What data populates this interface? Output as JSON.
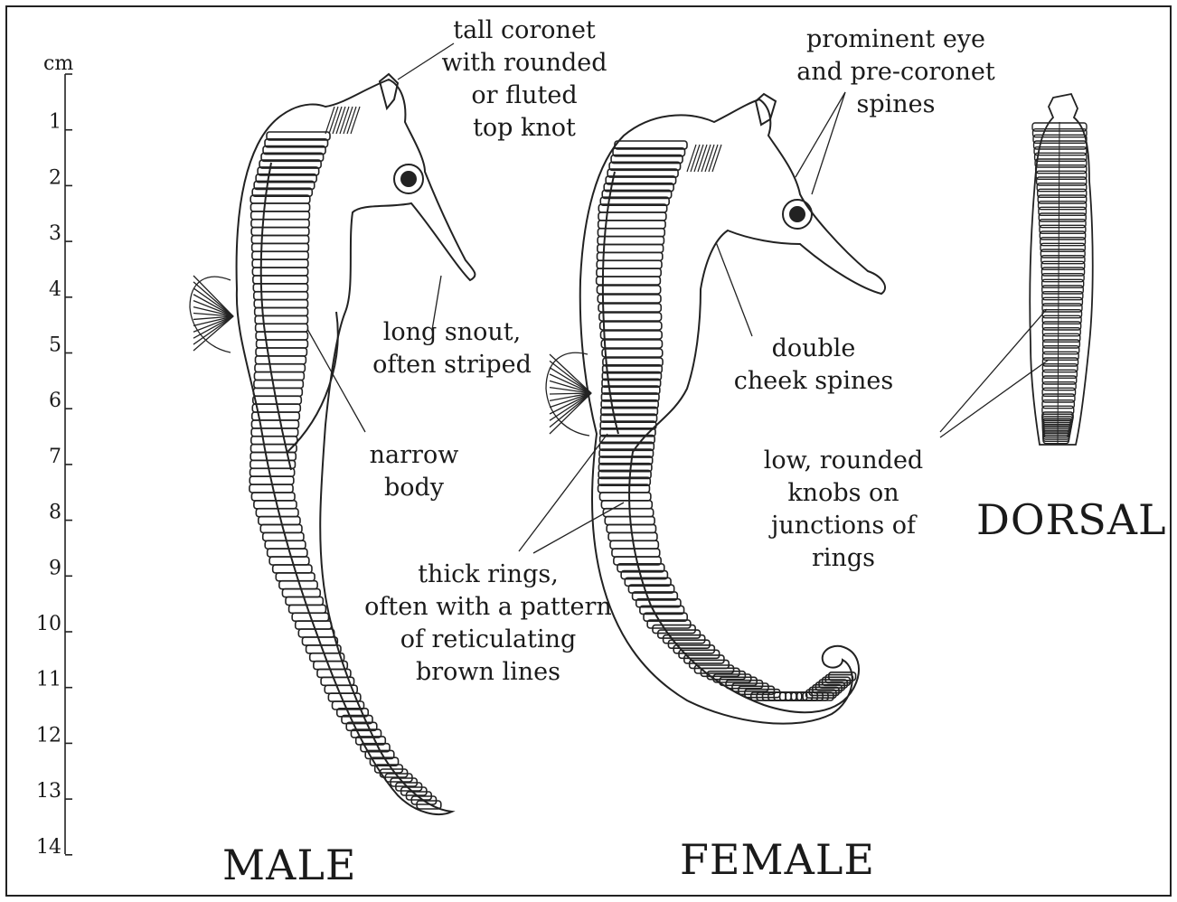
{
  "scale": {
    "unit": "cm",
    "ticks": [
      "1",
      "2",
      "3",
      "4",
      "5",
      "6",
      "7",
      "8",
      "9",
      "10",
      "11",
      "12",
      "13",
      "14"
    ]
  },
  "labels": {
    "coronet": [
      "tall coronet",
      "with rounded",
      "or fluted",
      "top knot"
    ],
    "eye": [
      "prominent eye",
      "and pre-coronet",
      "spines"
    ],
    "snout": [
      "long snout,",
      "often striped"
    ],
    "cheek": [
      "double",
      "cheek spines"
    ],
    "body": [
      "narrow",
      "body"
    ],
    "rings": [
      "thick rings,",
      "often with a pattern",
      "of reticulating",
      "brown lines"
    ],
    "knobs": [
      "low, rounded",
      "knobs on",
      "junctions of",
      "rings"
    ]
  },
  "views": {
    "male": "MALE",
    "female": "FEMALE",
    "dorsal": "DORSAL"
  }
}
